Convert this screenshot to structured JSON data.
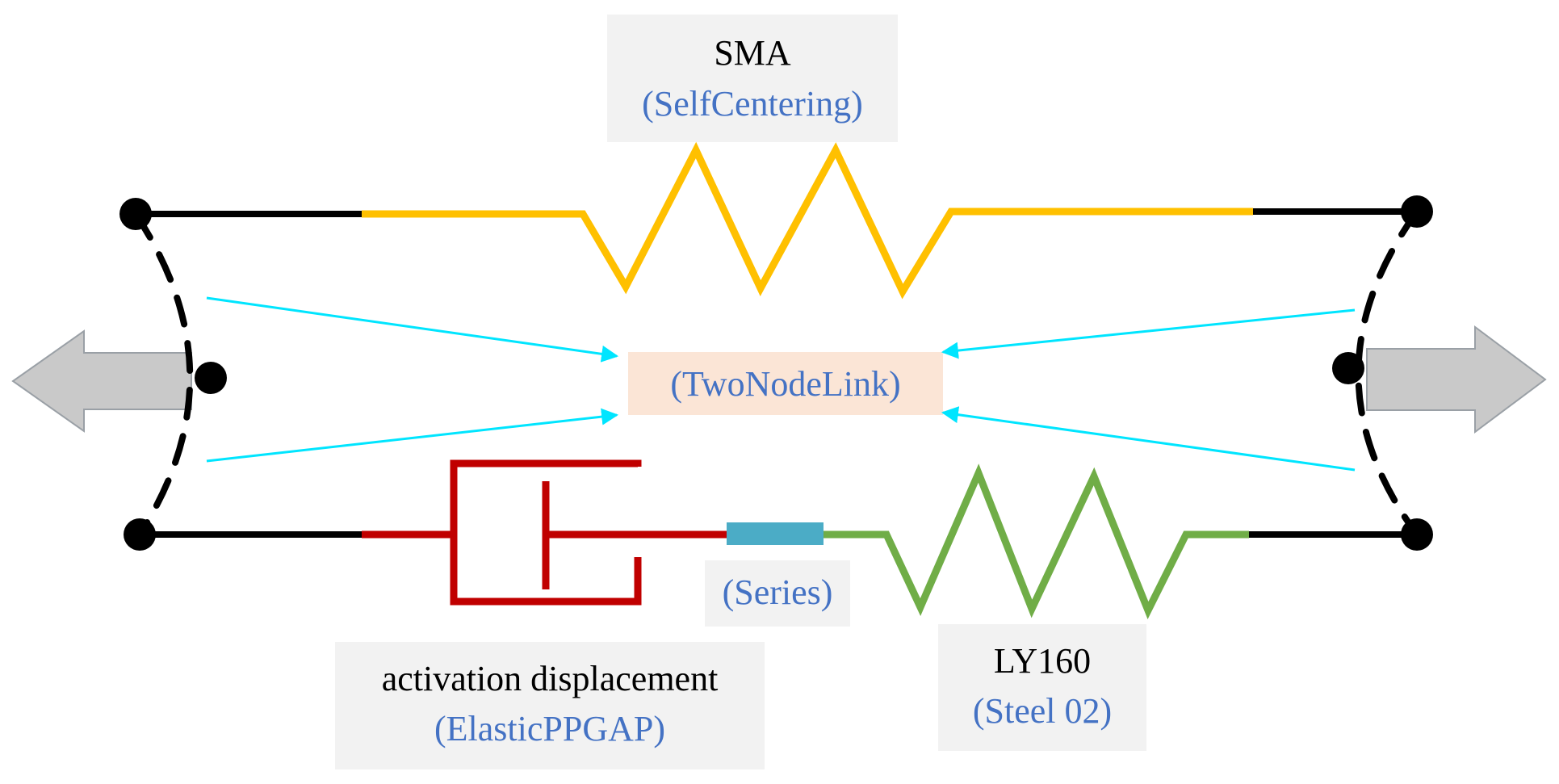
{
  "labels": {
    "sma": {
      "title": "SMA",
      "model": "(SelfCentering)"
    },
    "link": {
      "model": "(TwoNodeLink)"
    },
    "series": {
      "model": "(Series)"
    },
    "gap": {
      "title": "activation displacement",
      "model": "(ElasticPPGAP)"
    },
    "steel": {
      "title": "LY160",
      "model": "(Steel 02)"
    }
  },
  "colors": {
    "sma_spring": "#ffc000",
    "gap_element": "#c00000",
    "series_bar": "#4bacc6",
    "steel_spring": "#70ad47",
    "pointer_lines": "#00e5ff",
    "label_box": "#f2f2f2",
    "link_box": "#fbe5d6",
    "force_arrow": "#c9c9c9",
    "model_text": "#4472c4"
  }
}
